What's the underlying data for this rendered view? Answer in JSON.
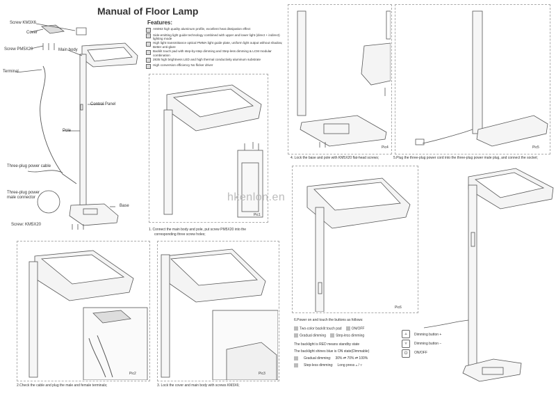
{
  "title": "Manual of Floor Lamp",
  "watermark": "hkenlon.en",
  "overview_labels": {
    "screw_km3x6": "Screw KM3X6",
    "cover": "Cover",
    "screw_pm5x20": "Screw PM5X20",
    "main_body": "Main body",
    "terminal": "Terminal",
    "control_panel": "Control Panel",
    "pole": "Pole",
    "power_cable": "Three-plug power cable",
    "male_connector_1": "Three-plug power",
    "male_connector_2": "male connector",
    "base": "Base",
    "screw_km5x20": "Screw: KM5X20"
  },
  "features": {
    "heading": "Features:",
    "items": [
      "AI6063 high quality aluminum profile, excellent heat dissipation effect",
      "Side-emitting light guide technology combined with upper and lower light (direct + indirect) lighting mode",
      "High light transmittance optical PMMA light guide plate, uniform light output without shadow, Better anti-glare",
      "Backlit touch pad with step-by-step dimming and Step-less dimming & LCM modular combination",
      "2835 high brightness LED and high thermal conductivity aluminum substrate",
      "High conversion efficiency No flicker driver"
    ]
  },
  "steps": {
    "pic1": "Pic1",
    "step1_line1": "1. Connect the main body and pole, put screw PM5X20 into the",
    "step1_line2": "corresponding three screw holes;",
    "pic2": "Pic2",
    "step2": "2.Check the cable and plug the male and female terminals;",
    "pic3": "Pic3",
    "step3": "3. Lock the cover and main body with screws KM3X6;",
    "pic4": "Pic4",
    "step4": "4. Lock the base and pole with KM5X20 flat-head screws;",
    "pic5": "Pic5",
    "step5": "5.Plug the three-plug power cord into the three-plug power male plug, and connect the socket;",
    "pic6": "Pic6",
    "step6": "6.Power on and touch the buttons as follows:"
  },
  "operation": {
    "backlit": "Two-color backlit touch pad",
    "onoff": "ON/OFF",
    "gradual": "Gradual dimming",
    "stepless": "Step-less dimming",
    "red_state": "The backlight is RED means standby state",
    "blue_state": "The backlight shines blue is ON state(Dimmable)",
    "gradual_label": "Gradual dimming:",
    "gradual_values": "30% ⇄ 70% ⇄ 100%",
    "stepless_label": "Step-less dimming:",
    "stepless_values": "Long press ▵ / ▿"
  },
  "dimming": {
    "plus": "Dimming button +",
    "minus": "Dimming button −",
    "onoff": "ON/OFF"
  }
}
